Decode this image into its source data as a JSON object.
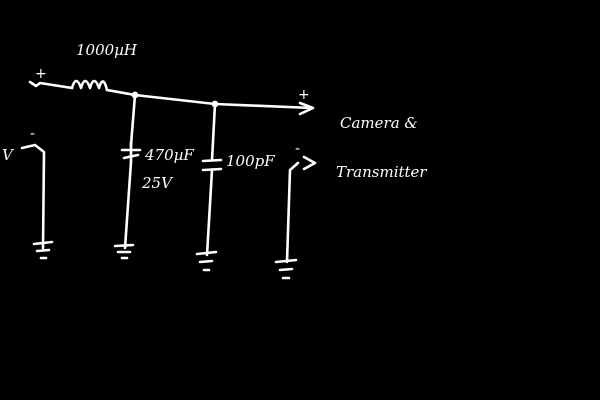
{
  "diagram": {
    "inductor_label": "1000µH",
    "capacitor_electrolytic_value": "470µF",
    "capacitor_electrolytic_voltage": "25V",
    "capacitor_ceramic_label": "100pF",
    "load_label_line1": "Camera &",
    "load_label_line2": "Transmitter",
    "input_positive_sign": "+",
    "input_negative_sign": "-",
    "input_voltage_label": "V",
    "output_positive_sign": "+",
    "output_negative_sign": "-",
    "ink_color": "#ffffff",
    "background_color": "#000000"
  }
}
